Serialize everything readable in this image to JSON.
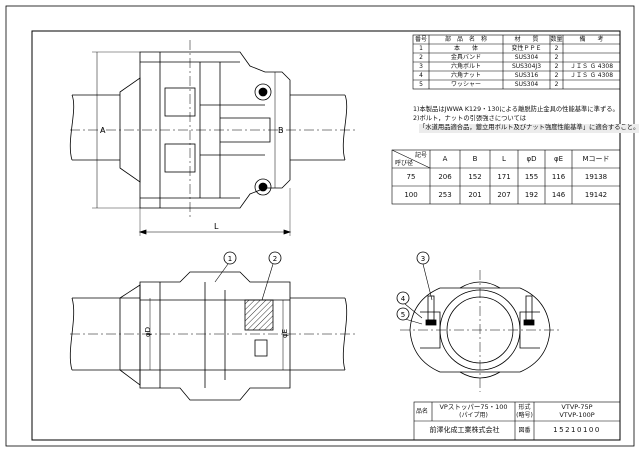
{
  "parts_table": {
    "headers": [
      "番号",
      "部　品　名　称",
      "材　　質",
      "数量",
      "備　　考"
    ],
    "rows": [
      {
        "no": "1",
        "name": "本　　体",
        "material": "変性ＰＰＥ",
        "qty": "2",
        "note": ""
      },
      {
        "no": "2",
        "name": "金具バンド",
        "material": "SUS304",
        "qty": "2",
        "note": ""
      },
      {
        "no": "3",
        "name": "六角ボルト",
        "material": "SUS304J3",
        "qty": "2",
        "note": "ＪＩＳ Ｇ 4308"
      },
      {
        "no": "4",
        "name": "六角ナット",
        "material": "SUS316",
        "qty": "2",
        "note": "ＪＩＳ Ｇ 4308"
      },
      {
        "no": "5",
        "name": "ワッシャー",
        "material": "SUS304",
        "qty": "2",
        "note": ""
      }
    ]
  },
  "notes": [
    "1)本製品はJWWA K129・130による離脱防止金具の性能基準に準ずる。",
    "2)ボルト，ナットの引張強さについては",
    "「水道用品適合品，鍍立用ボルト及びナット強度性能基準」に適合すること。"
  ],
  "dim_table": {
    "corner_top": "記号",
    "corner_bottom": "呼び径",
    "headers": [
      "A",
      "B",
      "L",
      "φD",
      "φE",
      "Mコード"
    ],
    "rows": [
      [
        "75",
        "206",
        "152",
        "171",
        "155",
        "116",
        "19138"
      ],
      [
        "100",
        "253",
        "201",
        "207",
        "192",
        "146",
        "19142"
      ]
    ]
  },
  "dimension_labels": {
    "A": "A",
    "B": "B",
    "L": "L",
    "D": "φD",
    "E": "φE"
  },
  "callouts": [
    "1",
    "2",
    "3",
    "4",
    "5"
  ],
  "title_block": {
    "name_label": "品名",
    "name_value": "VPストッパー75・100",
    "name_sub": "(パイプ用)",
    "model_label": "形式",
    "model_sub": "(略号)",
    "model_value_1": "VTVP-75P",
    "model_value_2": "VTVP-100P",
    "company": "前澤化成工業株式会社",
    "drawing_no_label": "図番",
    "drawing_no": "15210100"
  }
}
